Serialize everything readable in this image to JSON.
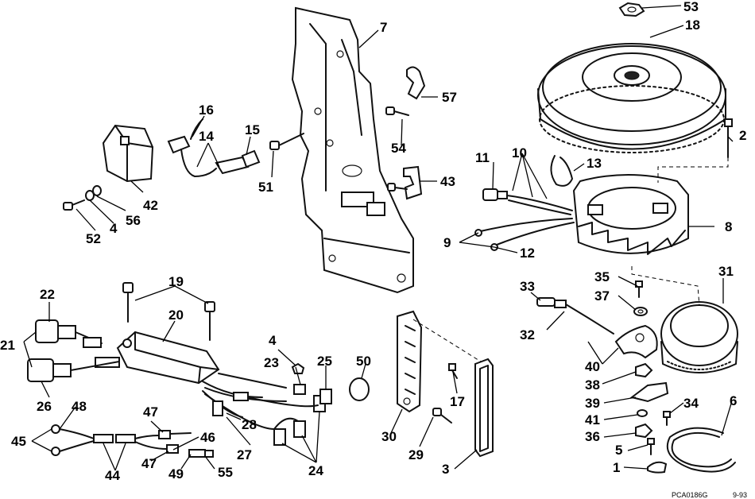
{
  "callouts": [
    "1",
    "2",
    "3",
    "4",
    "4",
    "5",
    "6",
    "7",
    "8",
    "9",
    "10",
    "11",
    "12",
    "13",
    "14",
    "15",
    "16",
    "17",
    "18",
    "19",
    "20",
    "21",
    "22",
    "23",
    "24",
    "25",
    "26",
    "27",
    "28",
    "29",
    "30",
    "31",
    "32",
    "33",
    "34",
    "35",
    "36",
    "37",
    "38",
    "39",
    "40",
    "41",
    "42",
    "43",
    "44",
    "45",
    "46",
    "47",
    "47",
    "48",
    "49",
    "50",
    "51",
    "52",
    "53",
    "54",
    "55",
    "56",
    "57"
  ],
  "drawing_code": "PCA0186G",
  "drawing_date": "9-93"
}
